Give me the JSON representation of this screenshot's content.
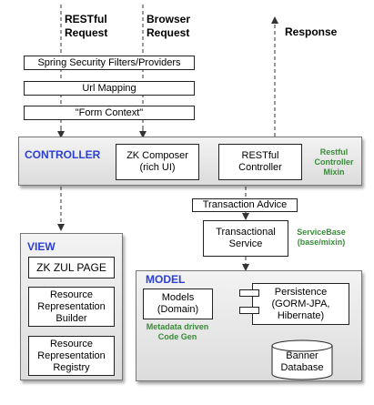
{
  "top": {
    "restful_request": "RESTful\nRequest",
    "browser_request": "Browser\nRequest",
    "response": "Response"
  },
  "filters": {
    "spring_security": "Spring Security Filters/Providers",
    "url_mapping": "Url Mapping",
    "form_context": "\"Form Context\""
  },
  "controller": {
    "title": "CONTROLLER",
    "zk_composer": "ZK Composer\n(rich UI)",
    "restful_controller": "RESTful\nController",
    "mixin_note": "Restful\nController\nMixin"
  },
  "service": {
    "transaction_advice": "Transaction Advice",
    "transactional_service": "Transactional\nService",
    "service_base_note": "ServiceBase\n(base/mixin)"
  },
  "view": {
    "title": "VIEW",
    "zk_zul_page": "ZK ZUL PAGE",
    "rep_builder": "Resource\nRepresentation\nBuilder",
    "rep_registry": "Resource\nRepresentation\nRegistry"
  },
  "model": {
    "title": "MODEL",
    "models": "Models\n(Domain)",
    "persistence": "Persistence\n(GORM-JPA,\nHibernate)",
    "metadata_note": "Metadata driven\nCode Gen",
    "banner_db": "Banner\nDatabase"
  }
}
